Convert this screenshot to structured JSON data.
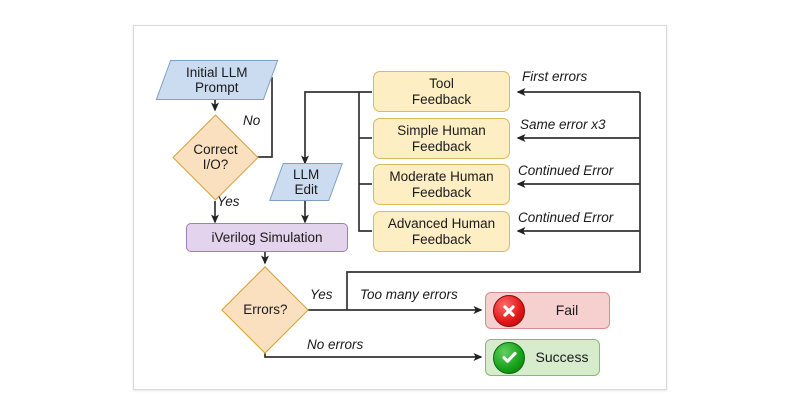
{
  "diagram": {
    "title": "LLM Verilog generation feedback loop flowchart",
    "colors": {
      "io_blue": "#ccdcf0",
      "decision_orange": "#fbe0c0",
      "feedback_yellow": "#fdeec4",
      "process_purple": "#e3d3ec",
      "fail_red": "#f6cfcf",
      "success_green": "#d6eccc",
      "edge_black": "#333333",
      "frame_border": "#d9d9d9"
    },
    "nodes": {
      "initial_prompt": {
        "label": "Initial LLM\nPrompt",
        "shape": "parallelogram"
      },
      "correct_io": {
        "label": "Correct\nI/O?",
        "shape": "diamond"
      },
      "llm_edit": {
        "label": "LLM\nEdit",
        "shape": "parallelogram"
      },
      "iverilog": {
        "label": "iVerilog Simulation",
        "shape": "process"
      },
      "errors": {
        "label": "Errors?",
        "shape": "diamond"
      },
      "tool_feedback": {
        "label": "Tool\nFeedback",
        "shape": "rounded-rect"
      },
      "simple_human": {
        "label": "Simple Human\nFeedback",
        "shape": "rounded-rect"
      },
      "moderate_human": {
        "label": "Moderate Human\nFeedback",
        "shape": "rounded-rect"
      },
      "advanced_human": {
        "label": "Advanced Human\nFeedback",
        "shape": "rounded-rect"
      },
      "fail": {
        "label": "Fail",
        "shape": "rounded-rect",
        "icon": "error-x-icon"
      },
      "success": {
        "label": "Success",
        "shape": "rounded-rect",
        "icon": "check-circle-icon"
      }
    },
    "edge_labels": {
      "no": "No",
      "yes_correct_io": "Yes",
      "yes_errors": "Yes",
      "no_errors": "No errors",
      "first_errors": "First errors",
      "same_error_x3": "Same error x3",
      "continued_error_1": "Continued Error",
      "continued_error_2": "Continued Error",
      "too_many_errors": "Too many errors"
    }
  }
}
